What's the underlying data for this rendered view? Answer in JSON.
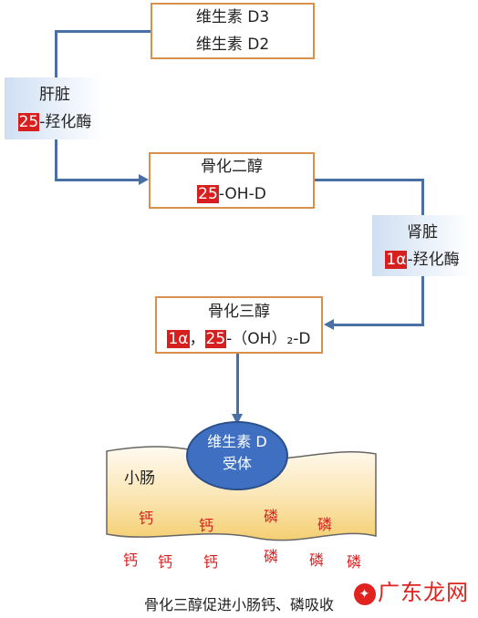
{
  "vitamin_box": {
    "line1": "维生素 D3",
    "line2": "维生素 D2"
  },
  "liver": {
    "organ": "肝脏",
    "num": "25",
    "enzyme": "-羟化酶"
  },
  "calcidiol": {
    "name": "骨化二醇",
    "num": "25",
    "formula": "-OH-D"
  },
  "kidney": {
    "organ": "肾脏",
    "num": "1α",
    "enzyme": "-羟化酶"
  },
  "calcitriol": {
    "name": "骨化三醇",
    "num1": "1α",
    "sep": "，",
    "num2": "25",
    "formula": "-（OH）₂-D"
  },
  "receptor": {
    "line1": "维生素 D",
    "line2": "受体"
  },
  "intestine_label": "小肠",
  "calcium_char": "钙",
  "phosphorus_char": "磷",
  "caption": "骨化三醇促进小肠钙、磷吸收",
  "watermark": "广东龙网",
  "colors": {
    "connector": "#4a6fa5",
    "box_border": "#d9904a",
    "highlight": "#d81f1f",
    "ion_text": "#d61f1f",
    "intestine_fill": "#f7d98a",
    "receptor_fill": "#3f6fc0"
  }
}
